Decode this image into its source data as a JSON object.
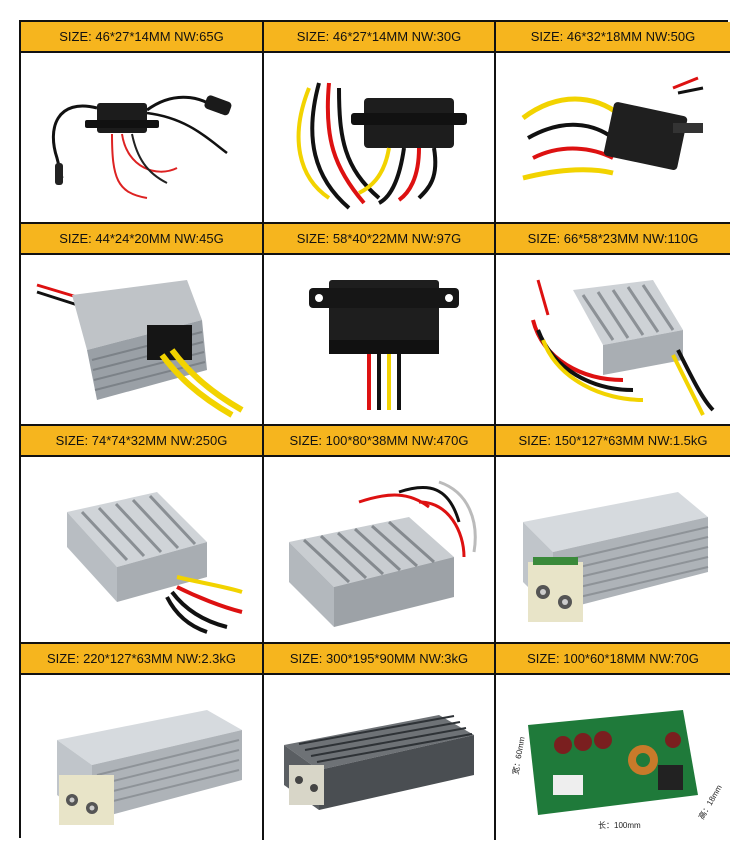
{
  "products": [
    {
      "header": "SIZE: 46*27*14MM  NW:65G"
    },
    {
      "header": "SIZE: 46*27*14MM  NW:30G"
    },
    {
      "header": "SIZE: 46*32*18MM  NW:50G"
    },
    {
      "header": "SIZE: 44*24*20MM  NW:45G"
    },
    {
      "header": "SIZE: 58*40*22MM  NW:97G"
    },
    {
      "header": "SIZE: 66*58*23MM  NW:110G"
    },
    {
      "header": "SIZE: 74*74*32MM  NW:250G"
    },
    {
      "header": "SIZE: 100*80*38MM  NW:470G"
    },
    {
      "header": "SIZE: 150*127*63MM  NW:1.5kG"
    },
    {
      "header": "SIZE: 220*127*63MM  NW:2.3kG"
    },
    {
      "header": "SIZE: 300*195*90MM  NW:3kG"
    },
    {
      "header": "SIZE: 100*60*18MM  NW:70G"
    }
  ],
  "pcb_dimensions": {
    "length": "长：100mm",
    "width": "宽：60mm",
    "height": "高：18mm"
  },
  "colors": {
    "header_bg": "#f6b51e",
    "grid_line": "#111111"
  }
}
